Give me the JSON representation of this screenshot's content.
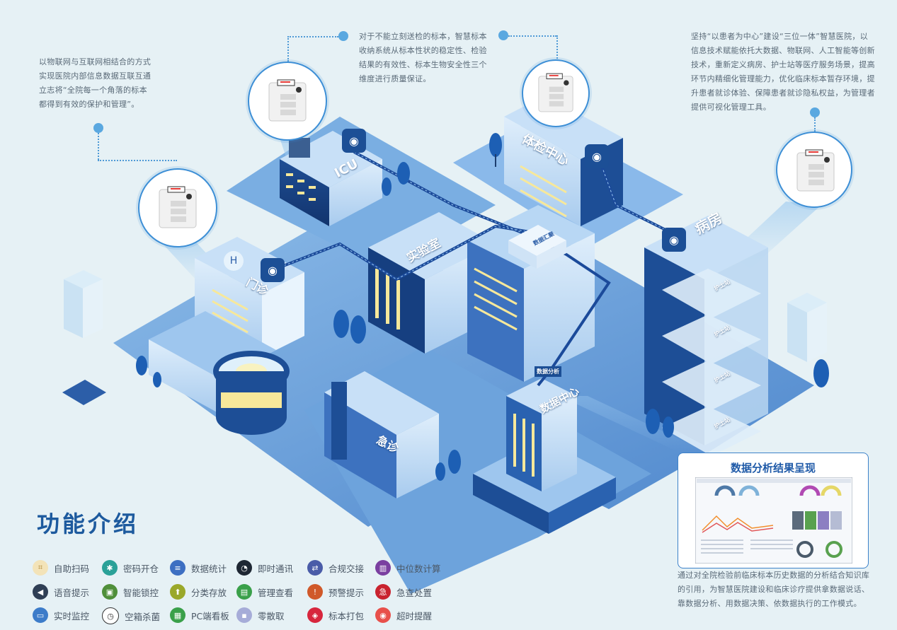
{
  "notes": {
    "top_left": "以物联网与互联网相结合的方式实现医院内部信息数据互联互通立志将“全院每一个角落的标本都得到有效的保护和管理”。",
    "top_center": "对于不能立刻送检的标本，智慧标本收纳系统从标本性状的稳定性、检验结果的有效性、标本生物安全性三个维度进行质量保证。",
    "top_right": "坚持“以患者为中心”建设“三位一体”智慧医院，以信息技术赋能依托大数据、物联网、人工智能等创新技术，重新定义病房、护士站等医疗服务场景，提高环节内精细化管理能力，优化临床标本暂存环境，提升患者就诊体验、保障患者就诊隐私权益，为管理者提供可视化管理工具。",
    "bottom_right": "通过对全院检验前临床标本历史数据的分析结合知识库的引用，为智慧医院建设和临床诊疗提供拿数据说话、靠数据分析、用数据决策、依数据执行的工作模式。"
  },
  "buildings": {
    "icu": "ICU",
    "lab": "实验室",
    "checkup": "体检中心",
    "ward": "病房",
    "outpatient": "门诊",
    "emergency": "急诊",
    "datacenter": "数据中心",
    "nurse_station": "护士站",
    "data_hub_label": "数据汇聚",
    "data_analysis_label": "数据分析"
  },
  "panel": {
    "title": "数据分析结果呈现"
  },
  "features_title": "功能介绍",
  "features": [
    {
      "label": "自助扫码",
      "icon": "scan-icon",
      "color": "#f3e3b8"
    },
    {
      "label": "密码开仓",
      "icon": "password-icon",
      "color": "#2aa198"
    },
    {
      "label": "数据统计",
      "icon": "stats-icon",
      "color": "#3d6fc2"
    },
    {
      "label": "即时通讯",
      "icon": "chat-icon",
      "color": "#1e2733"
    },
    {
      "label": "合规交接",
      "icon": "handover-icon",
      "color": "#4a5ca8"
    },
    {
      "label": "中位数计算",
      "icon": "median-icon",
      "color": "#7a3fa0"
    },
    {
      "label": "语音提示",
      "icon": "speaker-icon",
      "color": "#2f3f55"
    },
    {
      "label": "智能锁控",
      "icon": "lock-icon",
      "color": "#4f8f3a"
    },
    {
      "label": "分类存放",
      "icon": "storage-icon",
      "color": "#9aa82a"
    },
    {
      "label": "管理查看",
      "icon": "book-icon",
      "color": "#3aa04a"
    },
    {
      "label": "预警提示",
      "icon": "warning-icon",
      "color": "#d0592a"
    },
    {
      "label": "急查处置",
      "icon": "urgent-icon",
      "color": "#c9232f"
    },
    {
      "label": "实时监控",
      "icon": "monitor-icon",
      "color": "#3d7cc9"
    },
    {
      "label": "空箱杀菌",
      "icon": "timer-icon",
      "color": "#ffffff"
    },
    {
      "label": "PC端看板",
      "icon": "pc-icon",
      "color": "#3aa04a"
    },
    {
      "label": "零散取",
      "icon": "cart-icon",
      "color": "#a6acd8"
    },
    {
      "label": "标本打包",
      "icon": "package-icon",
      "color": "#d7263d"
    },
    {
      "label": "超时提醒",
      "icon": "alarm-icon",
      "color": "#e8504b"
    }
  ]
}
